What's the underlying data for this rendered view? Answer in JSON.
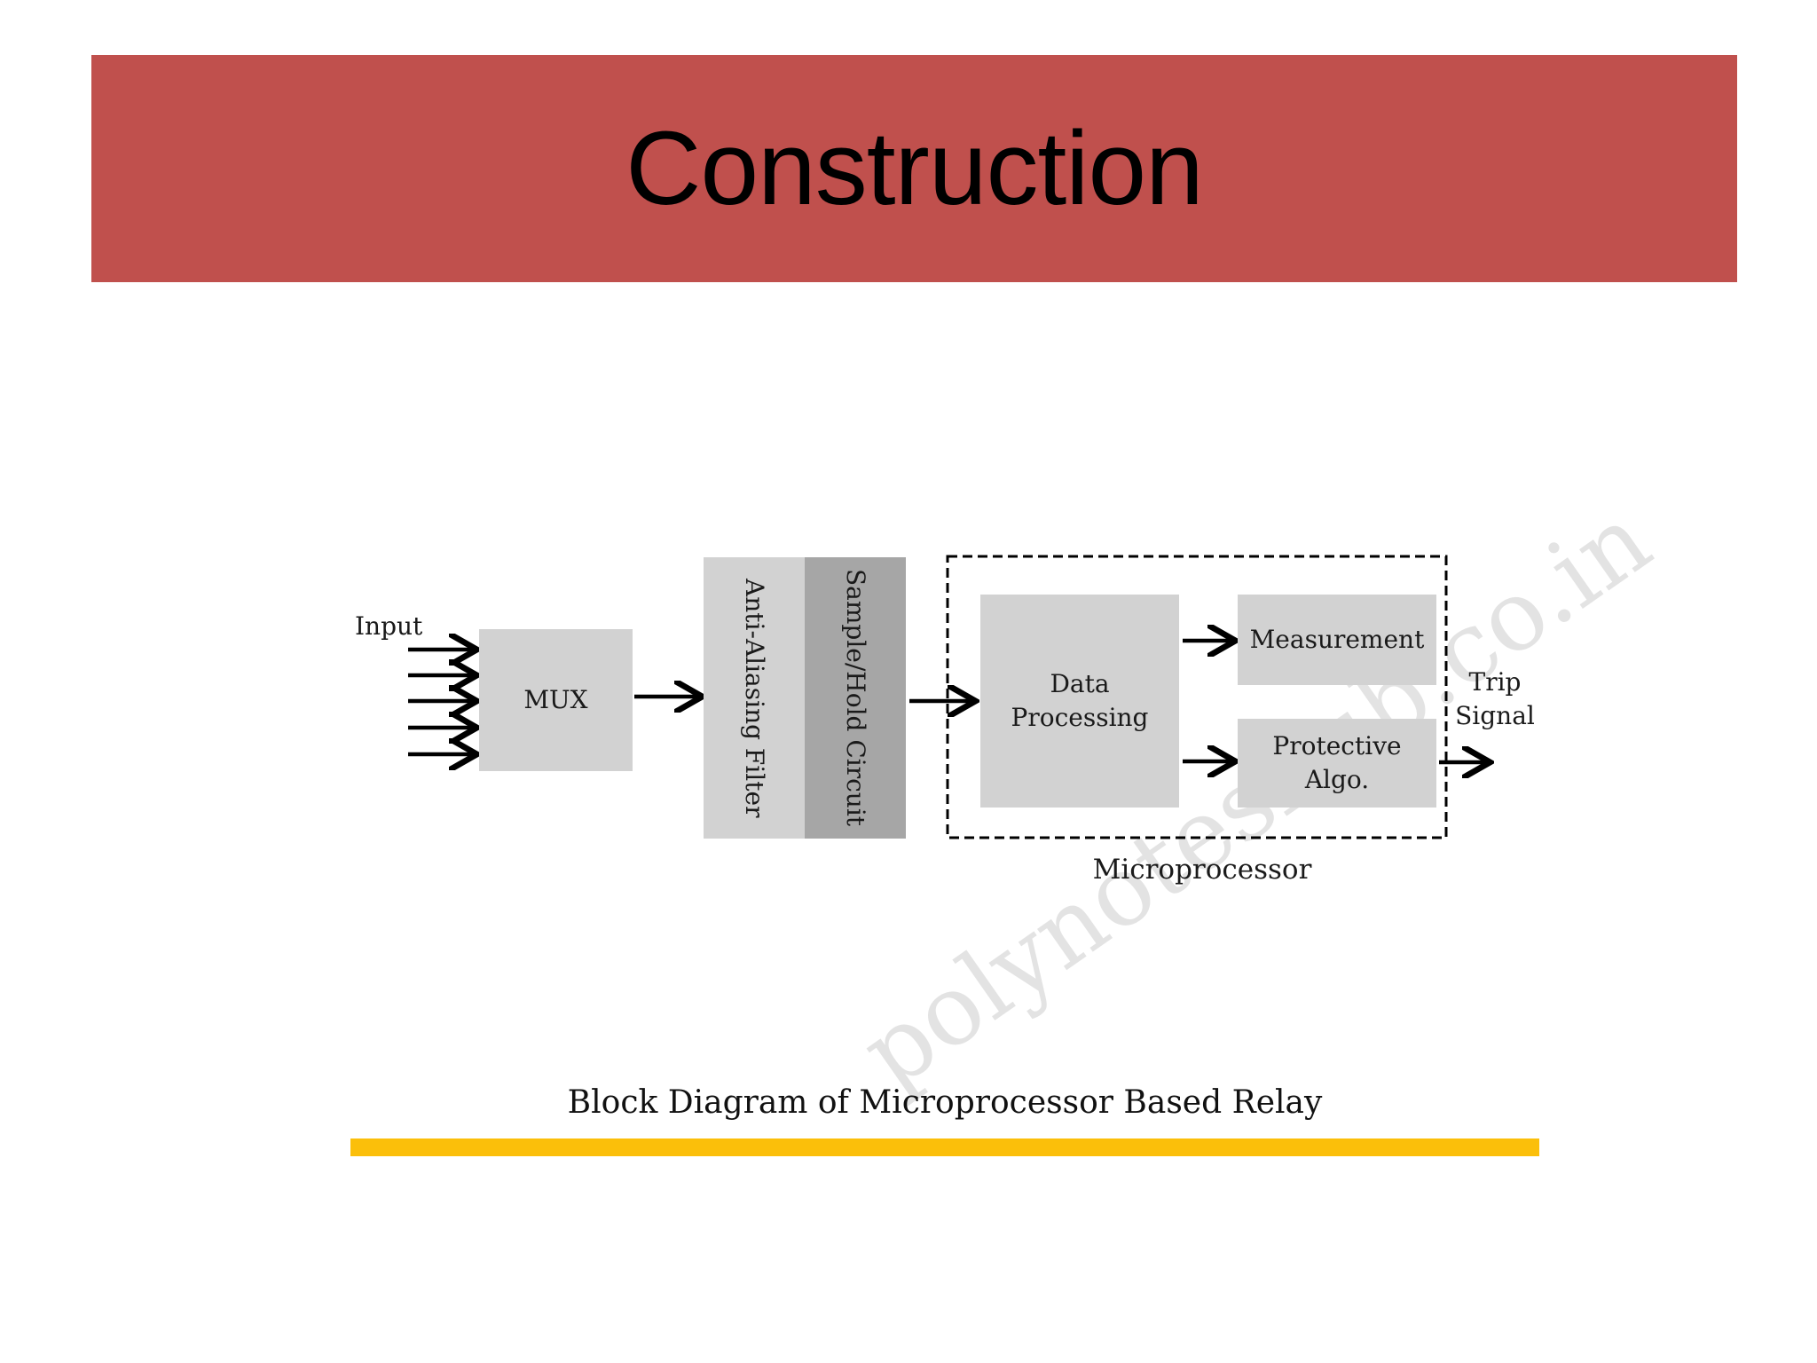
{
  "title": "Construction",
  "colors": {
    "title_bar": "#c0504d",
    "block": "#d2d2d2",
    "block_dark": "#a6a6a6",
    "caption_bar": "#fbbf0a"
  },
  "diagram": {
    "input_label": "Input",
    "input_arrow_count": 5,
    "mux": "MUX",
    "anti_aliasing": "Anti-Aliasing Filter",
    "sample_hold": "Sample/Hold Circuit",
    "data_processing": "Data Processing",
    "measurement": "Measurement",
    "protective": "Protective Algo.",
    "trip_signal": "Trip Signal",
    "microprocessor": "Microprocessor",
    "watermark": "polynoteshub.co.in"
  },
  "caption": "Block Diagram of Microprocessor Based Relay"
}
